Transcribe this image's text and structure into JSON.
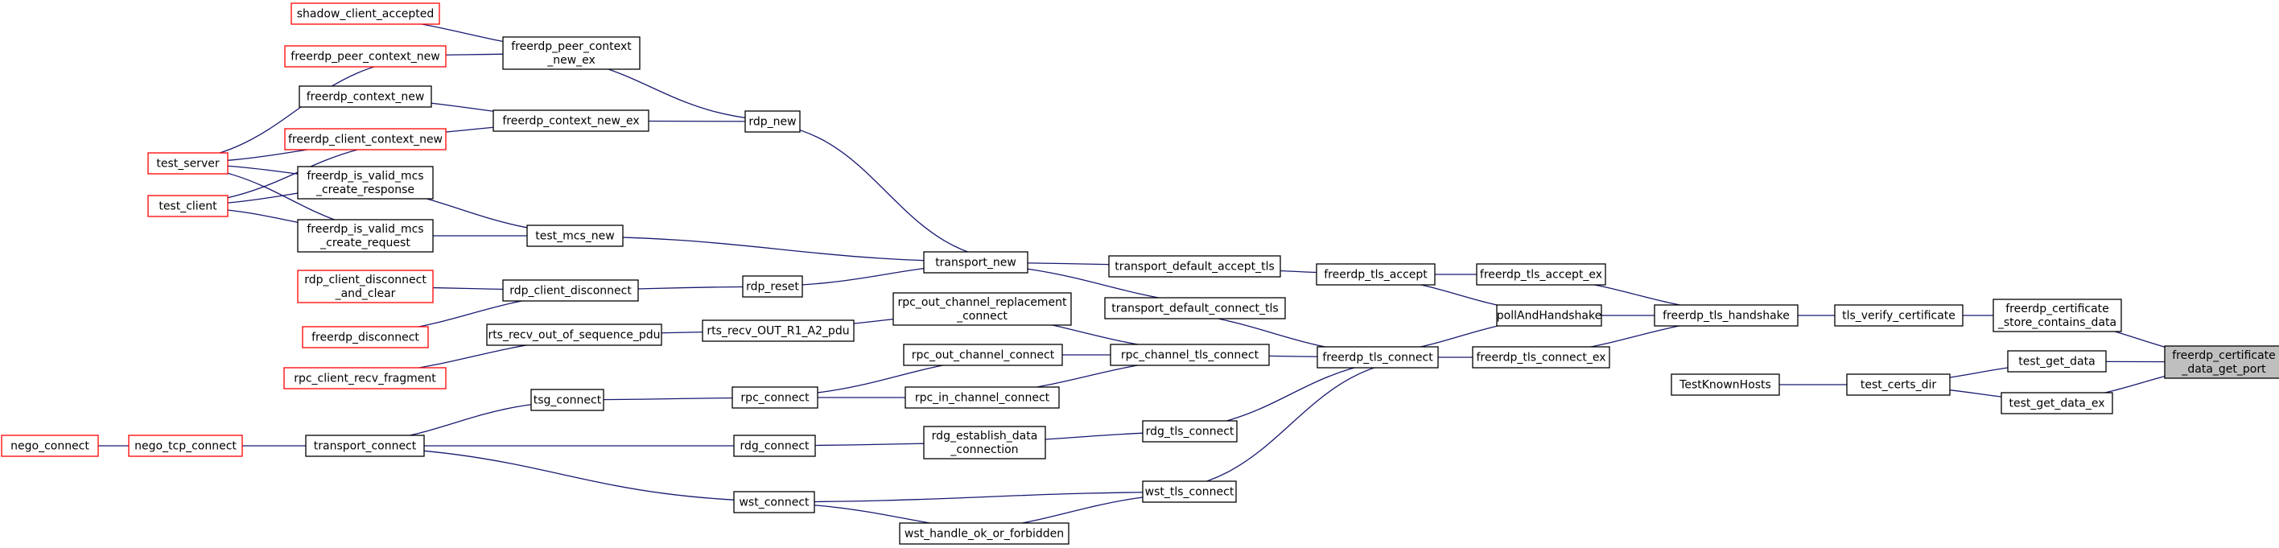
{
  "graph": {
    "colors": {
      "edge": "#191970",
      "external_border": "#ff0000",
      "node_border": "#000000",
      "root_fill": "#bfbfbf"
    },
    "nodes": [
      {
        "id": "root",
        "lines": [
          "freerdp_certificate",
          "_data_get_port"
        ],
        "kind": "root"
      },
      {
        "id": "store_contains",
        "lines": [
          "freerdp_certificate",
          "_store_contains_data"
        ]
      },
      {
        "id": "test_get_data",
        "lines": [
          "test_get_data"
        ]
      },
      {
        "id": "test_get_data_ex",
        "lines": [
          "test_get_data_ex"
        ]
      },
      {
        "id": "tls_verify",
        "lines": [
          "tls_verify_certificate"
        ]
      },
      {
        "id": "test_certs_dir",
        "lines": [
          "test_certs_dir"
        ]
      },
      {
        "id": "testknownhosts",
        "lines": [
          "TestKnownHosts"
        ]
      },
      {
        "id": "tls_handshake",
        "lines": [
          "freerdp_tls_handshake"
        ]
      },
      {
        "id": "tls_accept_ex",
        "lines": [
          "freerdp_tls_accept_ex"
        ]
      },
      {
        "id": "poll",
        "lines": [
          "pollAndHandshake"
        ]
      },
      {
        "id": "tls_connect_ex",
        "lines": [
          "freerdp_tls_connect_ex"
        ]
      },
      {
        "id": "tls_accept",
        "lines": [
          "freerdp_tls_accept"
        ]
      },
      {
        "id": "tls_connect",
        "lines": [
          "freerdp_tls_connect"
        ]
      },
      {
        "id": "tdat",
        "lines": [
          "transport_default_accept_tls"
        ]
      },
      {
        "id": "tdct",
        "lines": [
          "transport_default_connect_tls"
        ]
      },
      {
        "id": "rpc_chan_tls",
        "lines": [
          "rpc_channel_tls_connect"
        ]
      },
      {
        "id": "rdg_tls",
        "lines": [
          "rdg_tls_connect"
        ]
      },
      {
        "id": "wst_tls",
        "lines": [
          "wst_tls_connect"
        ]
      },
      {
        "id": "transport_new",
        "lines": [
          "transport_new"
        ]
      },
      {
        "id": "rpc_out_repl",
        "lines": [
          "rpc_out_channel_replacement",
          "_connect"
        ]
      },
      {
        "id": "rpc_out_chan",
        "lines": [
          "rpc_out_channel_connect"
        ]
      },
      {
        "id": "rpc_in_chan",
        "lines": [
          "rpc_in_channel_connect"
        ]
      },
      {
        "id": "rdg_estab",
        "lines": [
          "rdg_establish_data",
          "_connection"
        ]
      },
      {
        "id": "wst_handle",
        "lines": [
          "wst_handle_ok_or_forbidden"
        ]
      },
      {
        "id": "rdp_new",
        "lines": [
          "rdp_new"
        ]
      },
      {
        "id": "test_mcs_new",
        "lines": [
          "test_mcs_new"
        ]
      },
      {
        "id": "rdp_reset",
        "lines": [
          "rdp_reset"
        ]
      },
      {
        "id": "rts_recv_a2",
        "lines": [
          "rts_recv_OUT_R1_A2_pdu"
        ]
      },
      {
        "id": "rpc_connect",
        "lines": [
          "rpc_connect"
        ]
      },
      {
        "id": "rdg_connect",
        "lines": [
          "rdg_connect"
        ]
      },
      {
        "id": "wst_connect",
        "lines": [
          "wst_connect"
        ]
      },
      {
        "id": "peer_ctx_new_ex",
        "lines": [
          "freerdp_peer_context",
          "_new_ex"
        ]
      },
      {
        "id": "ctx_new_ex",
        "lines": [
          "freerdp_context_new_ex"
        ]
      },
      {
        "id": "rdp_cli_disc",
        "lines": [
          "rdp_client_disconnect"
        ]
      },
      {
        "id": "rts_seq",
        "lines": [
          "rts_recv_out_of_sequence_pdu"
        ]
      },
      {
        "id": "tsg_connect",
        "lines": [
          "tsg_connect"
        ]
      },
      {
        "id": "transport_connect",
        "lines": [
          "transport_connect"
        ]
      },
      {
        "id": "shadow",
        "lines": [
          "shadow_client_accepted"
        ],
        "kind": "external"
      },
      {
        "id": "peer_ctx_new",
        "lines": [
          "freerdp_peer_context_new"
        ],
        "kind": "external"
      },
      {
        "id": "ctx_new",
        "lines": [
          "freerdp_context_new"
        ]
      },
      {
        "id": "cli_ctx_new",
        "lines": [
          "freerdp_client_context_new"
        ],
        "kind": "external"
      },
      {
        "id": "mcs_resp",
        "lines": [
          "freerdp_is_valid_mcs",
          "_create_response"
        ]
      },
      {
        "id": "mcs_req",
        "lines": [
          "freerdp_is_valid_mcs",
          "_create_request"
        ]
      },
      {
        "id": "rdp_cli_disc_clear",
        "lines": [
          "rdp_client_disconnect",
          "_and_clear"
        ],
        "kind": "external"
      },
      {
        "id": "freerdp_disconnect",
        "lines": [
          "freerdp_disconnect"
        ],
        "kind": "external"
      },
      {
        "id": "rpc_recv_frag",
        "lines": [
          "rpc_client_recv_fragment"
        ],
        "kind": "external"
      },
      {
        "id": "nego_tcp",
        "lines": [
          "nego_tcp_connect"
        ],
        "kind": "external"
      },
      {
        "id": "nego_connect",
        "lines": [
          "nego_connect"
        ],
        "kind": "external"
      },
      {
        "id": "test_server",
        "lines": [
          "test_server"
        ],
        "kind": "external"
      },
      {
        "id": "test_client",
        "lines": [
          "test_client"
        ],
        "kind": "external"
      }
    ],
    "edges": [
      {
        "from": "store_contains",
        "to": "root"
      },
      {
        "from": "test_get_data",
        "to": "root"
      },
      {
        "from": "test_get_data_ex",
        "to": "root"
      },
      {
        "from": "tls_verify",
        "to": "store_contains"
      },
      {
        "from": "test_certs_dir",
        "to": "test_get_data"
      },
      {
        "from": "test_certs_dir",
        "to": "test_get_data_ex"
      },
      {
        "from": "testknownhosts",
        "to": "test_certs_dir"
      },
      {
        "from": "tls_handshake",
        "to": "tls_verify"
      },
      {
        "from": "tls_accept_ex",
        "to": "tls_handshake"
      },
      {
        "from": "poll",
        "to": "tls_handshake"
      },
      {
        "from": "tls_connect_ex",
        "to": "tls_handshake"
      },
      {
        "from": "tls_accept",
        "to": "tls_accept_ex"
      },
      {
        "from": "tls_accept",
        "to": "poll"
      },
      {
        "from": "tls_connect",
        "to": "poll"
      },
      {
        "from": "tls_connect",
        "to": "tls_connect_ex"
      },
      {
        "from": "tdat",
        "to": "tls_accept"
      },
      {
        "from": "tdct",
        "to": "tls_connect"
      },
      {
        "from": "rpc_chan_tls",
        "to": "tls_connect"
      },
      {
        "from": "rdg_tls",
        "to": "tls_connect"
      },
      {
        "from": "wst_tls",
        "to": "tls_connect"
      },
      {
        "from": "transport_new",
        "to": "tdat"
      },
      {
        "from": "transport_new",
        "to": "tdct"
      },
      {
        "from": "rpc_out_repl",
        "to": "rpc_chan_tls"
      },
      {
        "from": "rpc_out_chan",
        "to": "rpc_chan_tls"
      },
      {
        "from": "rpc_in_chan",
        "to": "rpc_chan_tls"
      },
      {
        "from": "rdg_estab",
        "to": "rdg_tls"
      },
      {
        "from": "wst_handle",
        "to": "wst_tls"
      },
      {
        "from": "wst_connect",
        "to": "wst_tls"
      },
      {
        "from": "rdp_new",
        "to": "transport_new"
      },
      {
        "from": "test_mcs_new",
        "to": "transport_new"
      },
      {
        "from": "rdp_reset",
        "to": "transport_new"
      },
      {
        "from": "rts_recv_a2",
        "to": "rpc_out_repl"
      },
      {
        "from": "rpc_connect",
        "to": "rpc_out_chan"
      },
      {
        "from": "rpc_connect",
        "to": "rpc_in_chan"
      },
      {
        "from": "rdg_connect",
        "to": "rdg_estab"
      },
      {
        "from": "wst_connect",
        "to": "wst_handle"
      },
      {
        "from": "peer_ctx_new_ex",
        "to": "rdp_new"
      },
      {
        "from": "ctx_new_ex",
        "to": "rdp_new"
      },
      {
        "from": "mcs_resp",
        "to": "test_mcs_new"
      },
      {
        "from": "mcs_req",
        "to": "test_mcs_new"
      },
      {
        "from": "rdp_cli_disc",
        "to": "rdp_reset"
      },
      {
        "from": "rts_seq",
        "to": "rts_recv_a2"
      },
      {
        "from": "tsg_connect",
        "to": "rpc_connect"
      },
      {
        "from": "transport_connect",
        "to": "tsg_connect"
      },
      {
        "from": "transport_connect",
        "to": "rdg_connect"
      },
      {
        "from": "transport_connect",
        "to": "wst_connect"
      },
      {
        "from": "shadow",
        "to": "peer_ctx_new_ex"
      },
      {
        "from": "peer_ctx_new",
        "to": "peer_ctx_new_ex"
      },
      {
        "from": "ctx_new",
        "to": "ctx_new_ex"
      },
      {
        "from": "cli_ctx_new",
        "to": "ctx_new_ex"
      },
      {
        "from": "rdp_cli_disc_clear",
        "to": "rdp_cli_disc"
      },
      {
        "from": "freerdp_disconnect",
        "to": "rdp_cli_disc"
      },
      {
        "from": "rpc_recv_frag",
        "to": "rts_seq"
      },
      {
        "from": "nego_tcp",
        "to": "transport_connect"
      },
      {
        "from": "nego_connect",
        "to": "nego_tcp"
      },
      {
        "from": "test_server",
        "to": "peer_ctx_new"
      },
      {
        "from": "test_server",
        "to": "cli_ctx_new"
      },
      {
        "from": "test_server",
        "to": "mcs_resp"
      },
      {
        "from": "test_server",
        "to": "mcs_req"
      },
      {
        "from": "test_client",
        "to": "cli_ctx_new"
      },
      {
        "from": "test_client",
        "to": "mcs_resp"
      },
      {
        "from": "test_client",
        "to": "mcs_req"
      }
    ]
  }
}
